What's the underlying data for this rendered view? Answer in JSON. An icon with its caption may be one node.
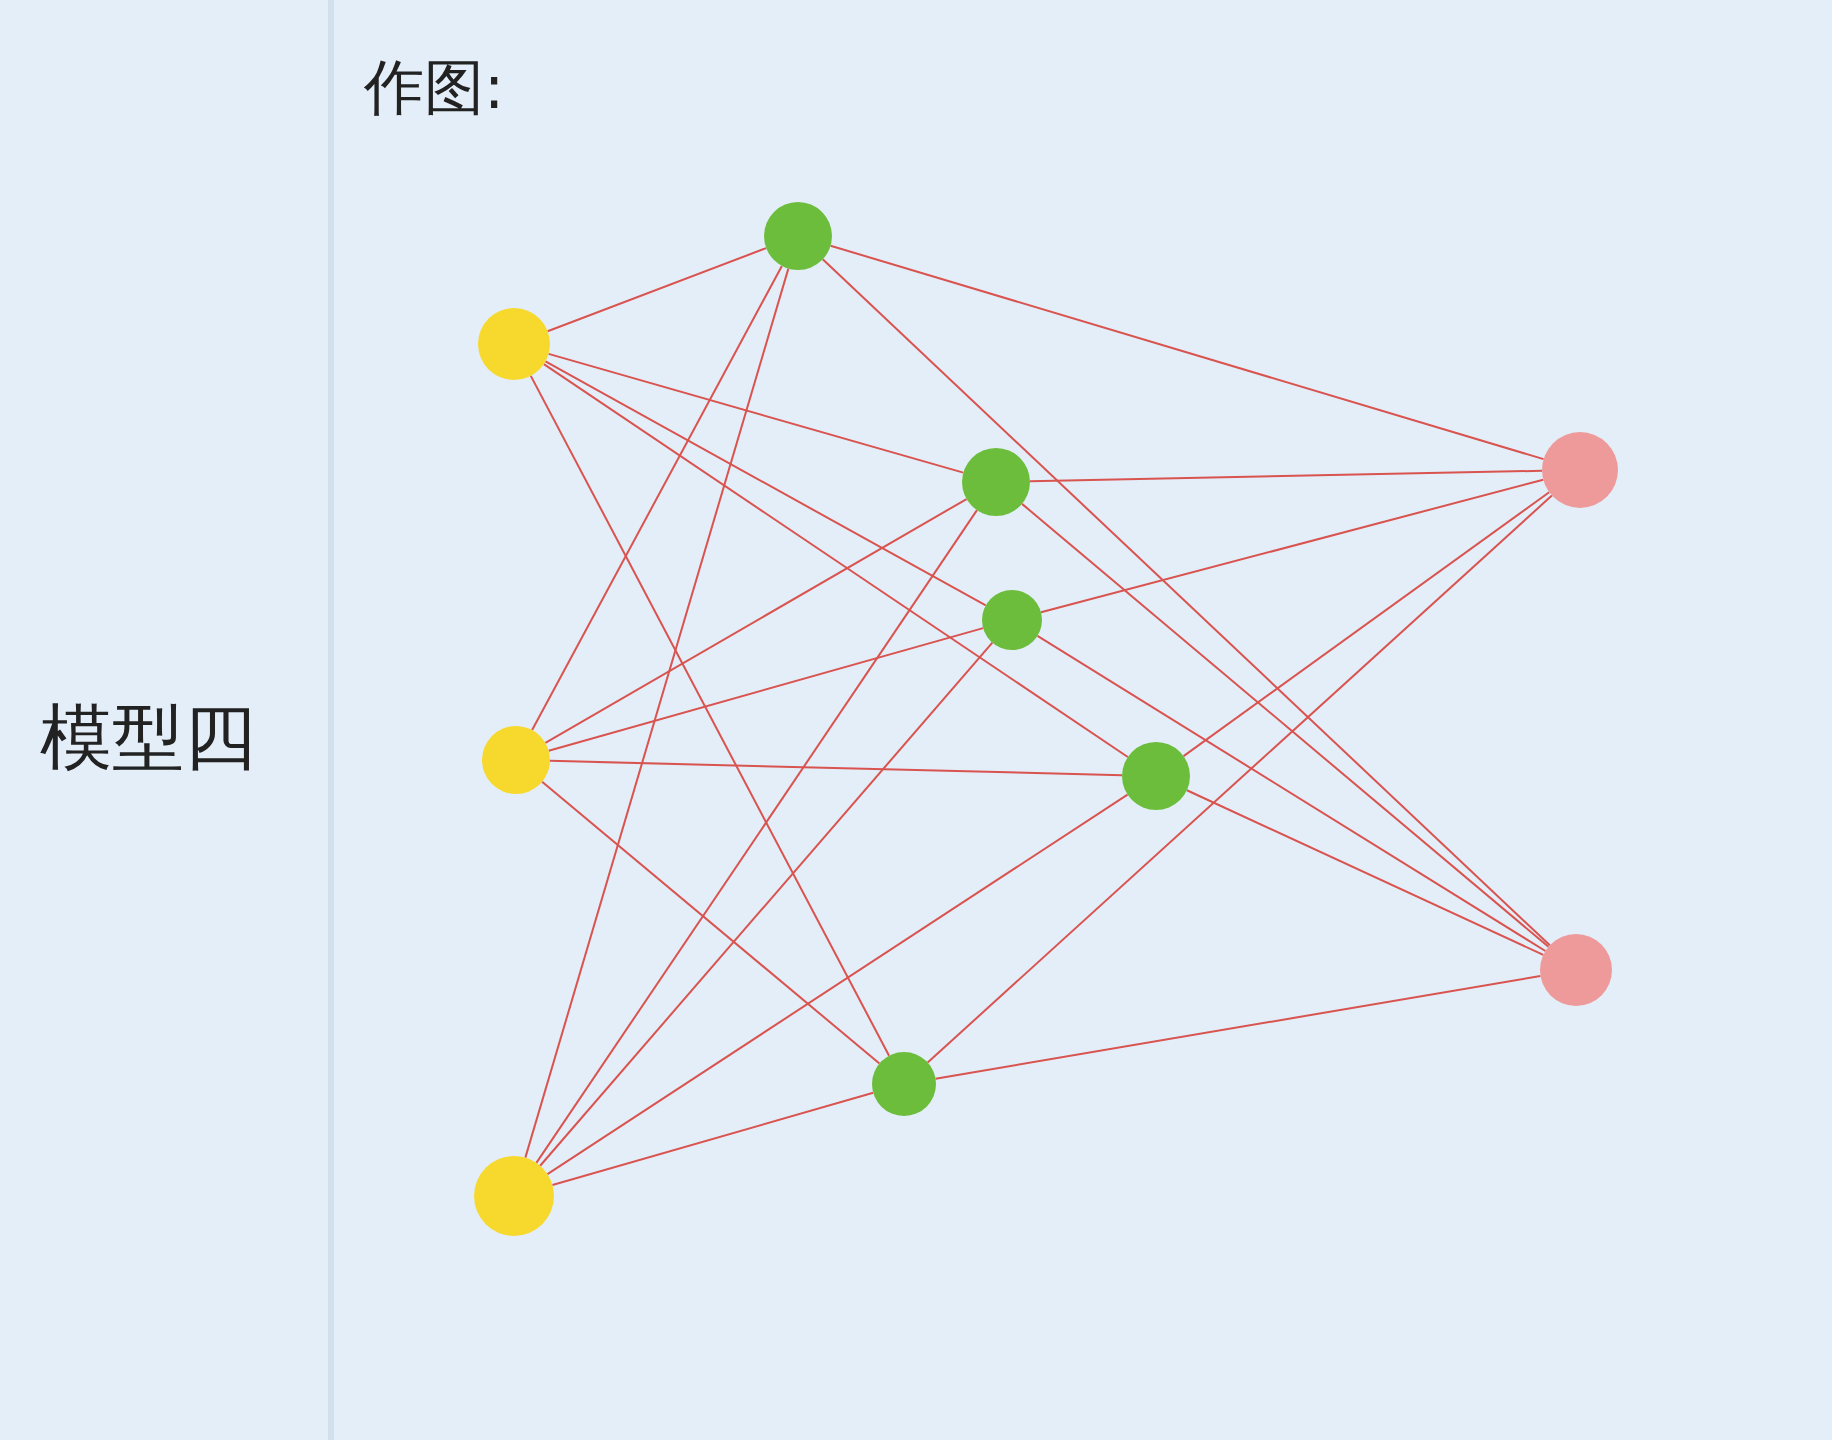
{
  "diagram": {
    "nodes": [
      {
        "text": [],
        "shape": "circle"
      },
      {
        "text": [],
        "shape": "circle"
      },
      {
        "text": [],
        "shape": "circle"
      },
      {
        "text": [],
        "shape": "circle"
      },
      {
        "text": [],
        "shape": "circle"
      },
      {
        "text": [],
        "shape": "circle"
      },
      {
        "text": [],
        "shape": "circle"
      },
      {
        "text": [],
        "shape": "circle"
      },
      {
        "text": [],
        "shape": "circle"
      },
      {
        "text": [],
        "shape": "circle"
      }
    ],
    "edges": [
      {
        "from": 0,
        "to": 3,
        "arrow": "none"
      },
      {
        "from": 0,
        "to": 4,
        "arrow": "none"
      },
      {
        "from": 0,
        "to": 5,
        "arrow": "none"
      },
      {
        "from": 0,
        "to": 6,
        "arrow": "none"
      },
      {
        "from": 0,
        "to": 7,
        "arrow": "none"
      },
      {
        "from": 1,
        "to": 3,
        "arrow": "none"
      },
      {
        "from": 1,
        "to": 4,
        "arrow": "none"
      },
      {
        "from": 1,
        "to": 5,
        "arrow": "none"
      },
      {
        "from": 1,
        "to": 6,
        "arrow": "none"
      },
      {
        "from": 1,
        "to": 7,
        "arrow": "none"
      },
      {
        "from": 2,
        "to": 3,
        "arrow": "none"
      },
      {
        "from": 2,
        "to": 4,
        "arrow": "none"
      },
      {
        "from": 2,
        "to": 5,
        "arrow": "none"
      },
      {
        "from": 2,
        "to": 6,
        "arrow": "none"
      },
      {
        "from": 2,
        "to": 7,
        "arrow": "none"
      },
      {
        "from": 3,
        "to": 8,
        "arrow": "none"
      },
      {
        "from": 3,
        "to": 9,
        "arrow": "none"
      },
      {
        "from": 4,
        "to": 8,
        "arrow": "none"
      },
      {
        "from": 4,
        "to": 9,
        "arrow": "none"
      },
      {
        "from": 5,
        "to": 8,
        "arrow": "none"
      },
      {
        "from": 5,
        "to": 9,
        "arrow": "none"
      },
      {
        "from": 6,
        "to": 8,
        "arrow": "none"
      },
      {
        "from": 6,
        "to": 9,
        "arrow": "none"
      },
      {
        "from": 7,
        "to": 8,
        "arrow": "none"
      },
      {
        "from": 7,
        "to": 9,
        "arrow": "none"
      }
    ],
    "labels": [
      "模型四",
      "作图:"
    ]
  }
}
